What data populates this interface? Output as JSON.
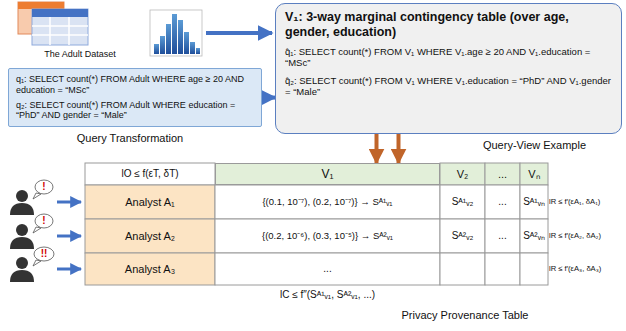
{
  "diagram": {
    "nodes": [
      {
        "text": [
          "q₁: SELECT count(*) FROM Adult WHERE age ≥ 20 AND education = “MSc”",
          "q₂: SELECT count(*) FROM Adult WHERE education = “PhD” AND gender = “Male”"
        ]
      },
      {
        "text": [
          "V₁: 3-way marginal contingency table (over age, gender, education)",
          "q̂₁: SELECT count(*) FROM V₁ WHERE V₁.age ≥ 20 AND V₁.education = “MSc”",
          "q̂₂: SELECT count(*) FROM V₁ WHERE V₁.education = “PhD” AND V₁.gender = “Male”"
        ]
      },
      {
        "text": [
          "V₁"
        ]
      }
    ],
    "edges": [
      {
        "from": 0,
        "to": 1,
        "arrow": "to"
      },
      {
        "from": 1,
        "to": 2,
        "arrow": "to"
      },
      {
        "from": 1,
        "to": 2,
        "arrow": "to"
      }
    ],
    "labels": [
      "The Adult Dataset",
      "Query Transformation",
      "Query-View Example",
      "lO ≤ f(εT, δT)",
      "V₂",
      "...",
      "Vₙ",
      "Analyst A₁",
      "{(0.1, 10⁻⁷), (0.2, 10⁻⁷)} → Sᴬ¹ᵥ₁",
      "Sᴬ¹ᵥ₂",
      "...",
      "Sᴬ¹ᵥₙ",
      "lR ≤ f′(εA₁, δA₁)",
      "Analyst A₂",
      "{(0.2, 10⁻⁶), (0.3, 10⁻⁵)} → Sᴬ²ᵥ₁",
      "Sᴬ²ᵥ₂",
      "...",
      "Sᴬ²ᵥₙ",
      "lR ≤ f′(εA₂, δA₂)",
      "Analyst A₃",
      "...",
      "lR ≤ f′(εA₃, δA₃)",
      "lC ≤ f″(Sᴬ¹ᵥ₁, Sᴬ²ᵥ₁, ...)",
      "Privacy Provenance Table",
      "!",
      "!",
      "!!"
    ]
  }
}
